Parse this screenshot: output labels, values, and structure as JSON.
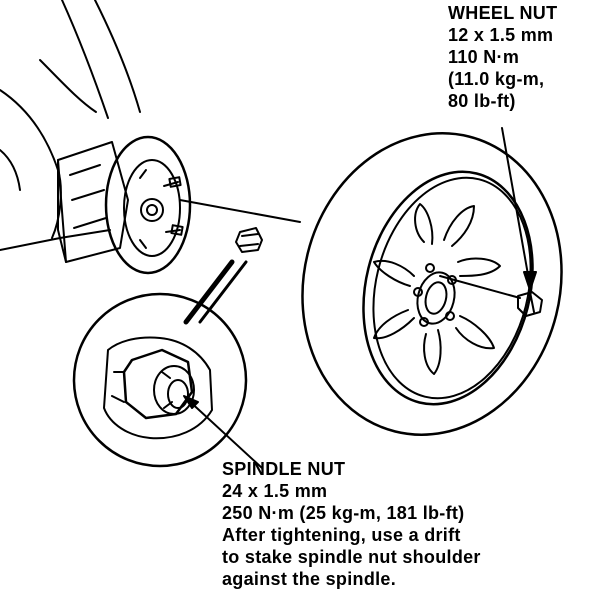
{
  "wheel_nut": {
    "title": "WHEEL NUT",
    "lines": [
      "12 x 1.5 mm",
      "110 N·m",
      "(11.0 kg-m,",
      "80 lb-ft)"
    ]
  },
  "spindle_nut": {
    "title": "SPINDLE NUT",
    "lines": [
      "24 x 1.5 mm",
      "250 N·m (25 kg-m, 181 lb-ft)",
      "After tightening, use a drift",
      "to stake spindle nut shoulder",
      "against the spindle."
    ]
  }
}
